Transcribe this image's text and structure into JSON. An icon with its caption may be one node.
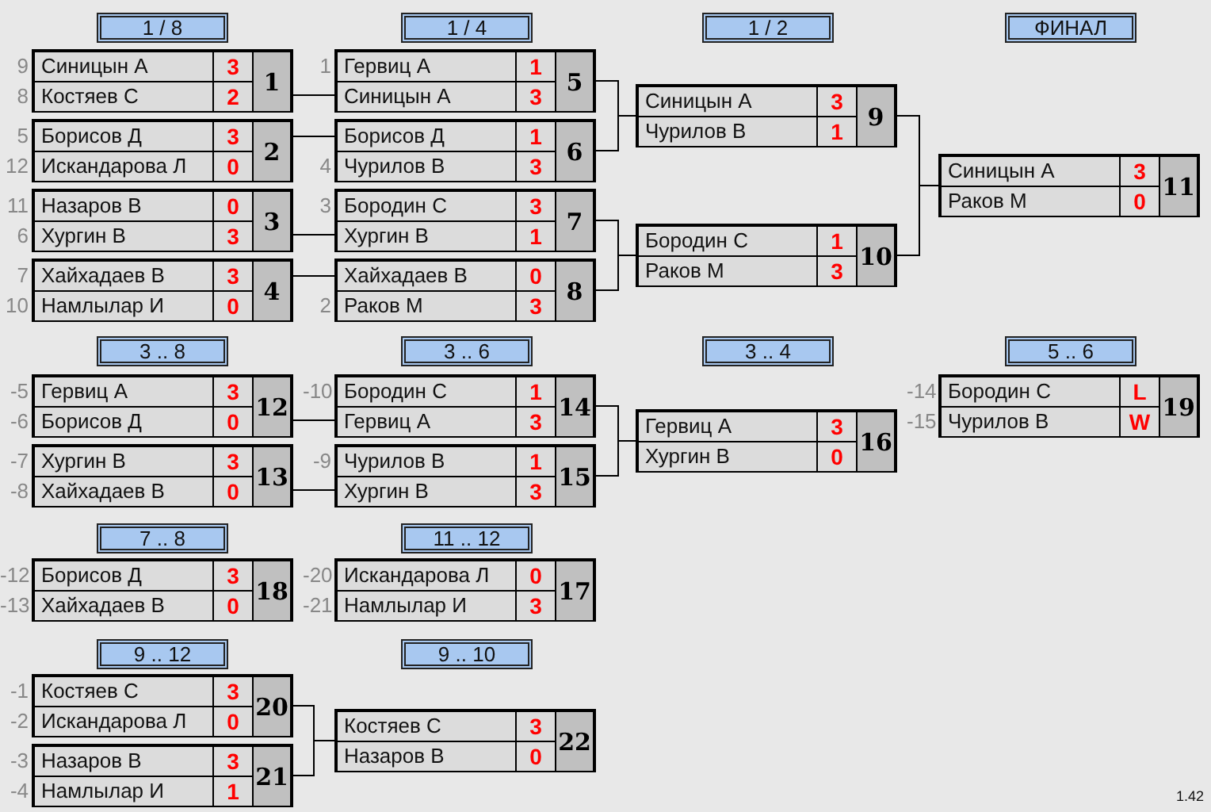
{
  "diagram": {
    "nodes": [
      {
        "text": [
          "Синицын А",
          "3",
          "Костяев С",
          "2",
          "1"
        ],
        "beside": [
          "9",
          "8"
        ]
      },
      {
        "text": [
          "Борисов Д",
          "3",
          "Искандарова Л",
          "0",
          "2"
        ],
        "beside": [
          "5",
          "12"
        ]
      },
      {
        "text": [
          "Назаров В",
          "0",
          "Хургин В",
          "3",
          "3"
        ],
        "beside": [
          "11",
          "6"
        ]
      },
      {
        "text": [
          "Хайхадаев В",
          "3",
          "Намлылар И",
          "0",
          "4"
        ],
        "beside": [
          "7",
          "10"
        ]
      },
      {
        "text": [
          "Гервиц А",
          "1",
          "Синицын А",
          "3",
          "5"
        ],
        "beside": [
          "1"
        ]
      },
      {
        "text": [
          "Борисов Д",
          "1",
          "Чурилов В",
          "3",
          "6"
        ],
        "beside": [
          "4"
        ]
      },
      {
        "text": [
          "Бородин С",
          "3",
          "Хургин В",
          "1",
          "7"
        ],
        "beside": [
          "3"
        ]
      },
      {
        "text": [
          "Хайхадаев В",
          "0",
          "Раков М",
          "3",
          "8"
        ],
        "beside": [
          "2"
        ]
      },
      {
        "text": [
          "Синицын А",
          "3",
          "Чурилов В",
          "1",
          "9"
        ]
      },
      {
        "text": [
          "Бородин С",
          "1",
          "Раков М",
          "3",
          "10"
        ]
      },
      {
        "text": [
          "Синицын А",
          "3",
          "Раков М",
          "0",
          "11"
        ]
      },
      {
        "text": [
          "Гервиц А",
          "3",
          "Борисов Д",
          "0",
          "12"
        ],
        "beside": [
          "-5",
          "-6"
        ]
      },
      {
        "text": [
          "Хургин В",
          "3",
          "Хайхадаев В",
          "0",
          "13"
        ],
        "beside": [
          "-7",
          "-8"
        ]
      },
      {
        "text": [
          "Бородин С",
          "1",
          "Гервиц А",
          "3",
          "14"
        ],
        "beside": [
          "-10"
        ]
      },
      {
        "text": [
          "Чурилов В",
          "1",
          "Хургин В",
          "3",
          "15"
        ],
        "beside": [
          "-9"
        ]
      },
      {
        "text": [
          "Гервиц А",
          "3",
          "Хургин В",
          "0",
          "16"
        ]
      },
      {
        "text": [
          "Искандарова Л",
          "0",
          "Намлылар И",
          "3",
          "17"
        ],
        "beside": [
          "-20",
          "-21"
        ]
      },
      {
        "text": [
          "Борисов Д",
          "3",
          "Хайхадаев В",
          "0",
          "18"
        ],
        "beside": [
          "-12",
          "-13"
        ]
      },
      {
        "text": [
          "Бородин С",
          "L",
          "Чурилов В",
          "W",
          "19"
        ],
        "beside": [
          "-14",
          "-15"
        ]
      },
      {
        "text": [
          "Костяев С",
          "3",
          "Искандарова Л",
          "0",
          "20"
        ],
        "beside": [
          "-1",
          "-2"
        ]
      },
      {
        "text": [
          "Назаров В",
          "3",
          "Намлылар И",
          "1",
          "21"
        ],
        "beside": [
          "-3",
          "-4"
        ]
      },
      {
        "text": [
          "Костяев С",
          "3",
          "Назаров В",
          "0",
          "22"
        ]
      }
    ],
    "edges": [
      {
        "from": 0,
        "to": 4,
        "arrow": "none"
      },
      {
        "from": 1,
        "to": 5,
        "arrow": "none"
      },
      {
        "from": 2,
        "to": 6,
        "arrow": "none"
      },
      {
        "from": 3,
        "to": 7,
        "arrow": "none"
      },
      {
        "from": 4,
        "to": 8,
        "arrow": "none"
      },
      {
        "from": 5,
        "to": 8,
        "arrow": "none"
      },
      {
        "from": 6,
        "to": 9,
        "arrow": "none"
      },
      {
        "from": 7,
        "to": 9,
        "arrow": "none"
      },
      {
        "from": 8,
        "to": 10,
        "arrow": "none"
      },
      {
        "from": 9,
        "to": 10,
        "arrow": "none"
      },
      {
        "from": 11,
        "to": 13,
        "arrow": "none"
      },
      {
        "from": 12,
        "to": 14,
        "arrow": "none"
      },
      {
        "from": 13,
        "to": 15,
        "arrow": "none"
      },
      {
        "from": 14,
        "to": 15,
        "arrow": "none"
      },
      {
        "from": 19,
        "to": 21,
        "arrow": "none"
      },
      {
        "from": 20,
        "to": 21,
        "arrow": "none"
      }
    ],
    "labels": [
      "1 / 8",
      "1 / 4",
      "1 / 2",
      "ФИНАЛ",
      "3 .. 8",
      "3 .. 6",
      "3 .. 4",
      "5 .. 6",
      "7 .. 8",
      "11 .. 12",
      "9 .. 12",
      "9 .. 10",
      "1.42"
    ]
  }
}
